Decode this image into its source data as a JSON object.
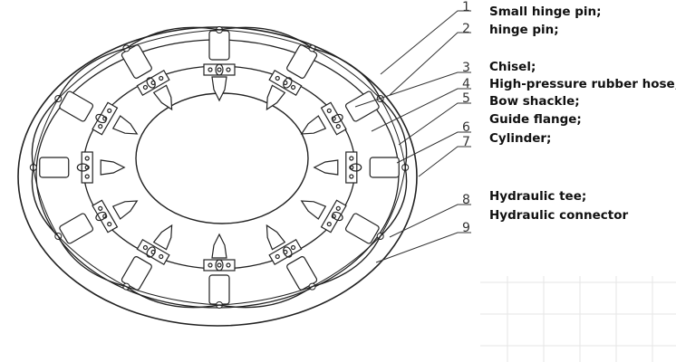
{
  "callouts": [
    {
      "number": "1",
      "text": "Small hinge pin;"
    },
    {
      "number": "2",
      "text": "hinge pin;"
    },
    {
      "number": "3",
      "text": "Chisel;"
    },
    {
      "number": "4",
      "text": "High-pressure rubber hose;"
    },
    {
      "number": "5",
      "text": "Bow shackle;"
    },
    {
      "number": "6",
      "text": "Guide flange;"
    },
    {
      "number": "7",
      "text": "Cylinder;"
    },
    {
      "number": "8",
      "text": "Hydraulic tee;"
    },
    {
      "number": "9",
      "text": "Hydraulic connector"
    }
  ]
}
